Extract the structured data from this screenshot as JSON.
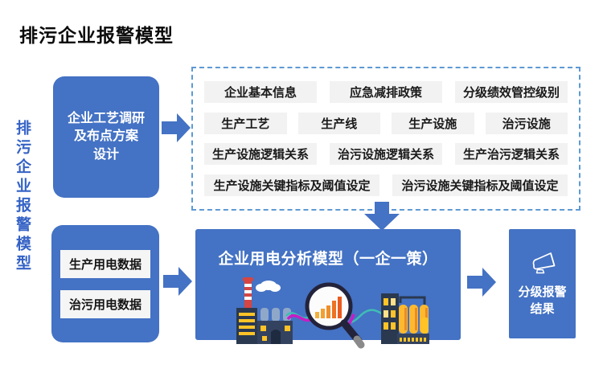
{
  "page": {
    "title": "排污企业报警模型",
    "side_label": "排污企业报警模型"
  },
  "colors": {
    "primary_blue": "#4472C4",
    "dashed_border_blue": "#5E9AD4",
    "item_gray": "#F2F2F2",
    "side_text_blue": "#3462C5"
  },
  "survey_box": {
    "lines": [
      "企业工艺调研",
      "及布点方案",
      "设计"
    ]
  },
  "info_panel": {
    "rows": [
      [
        "企业基本信息",
        "应急减排政策",
        "分级绩效管控级别"
      ],
      [
        "生产工艺",
        "生产线",
        "生产设施",
        "治污设施"
      ],
      [
        "生产设施逻辑关系",
        "治污设施逻辑关系",
        "生产治污逻辑关系"
      ],
      [
        "生产设施关键指标及阈值设定",
        "治污设施关键指标及阈值设定"
      ]
    ]
  },
  "data_box": {
    "items": [
      "生产用电数据",
      "治污用电数据"
    ]
  },
  "model_box": {
    "title": "企业用电分析模型（一企一策）",
    "icons": [
      "factory-icon",
      "magnifier-chart-icon",
      "plant-tanks-icon"
    ]
  },
  "result_box": {
    "icon": "megaphone-icon",
    "lines": [
      "分级报警",
      "结果"
    ]
  }
}
